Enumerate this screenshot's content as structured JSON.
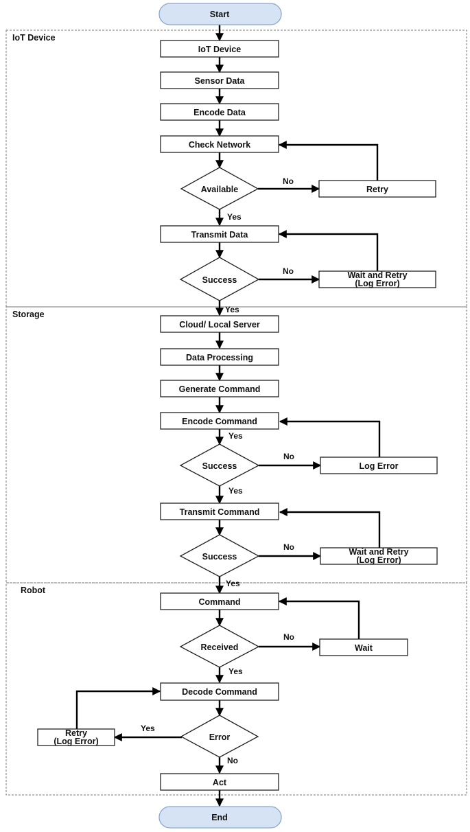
{
  "lanes": {
    "iot": "IoT Device",
    "storage": "Storage",
    "robot": "Robot"
  },
  "nodes": {
    "start": "Start",
    "iot_device": "IoT Device",
    "sensor_data": "Sensor Data",
    "encode_data": "Encode Data",
    "check_network": "Check Network",
    "available": "Available",
    "retry": "Retry",
    "transmit_data": "Transmit Data",
    "success1": "Success",
    "wait_retry1_l1": "Wait and Retry",
    "wait_retry1_l2": "(Log Error)",
    "cloud_server": "Cloud/ Local Server",
    "data_processing": "Data Processing",
    "generate_command": "Generate Command",
    "encode_command": "Encode Command",
    "success2": "Success",
    "log_error": "Log Error",
    "transmit_command": "Transmit Command",
    "success3": "Success",
    "wait_retry2_l1": "Wait and Retry",
    "wait_retry2_l2": "(Log Error)",
    "command": "Command",
    "received": "Received",
    "wait": "Wait",
    "decode_command": "Decode Command",
    "error": "Error",
    "retry2_l1": "Retry",
    "retry2_l2": "(Log Error)",
    "act": "Act",
    "end": "End"
  },
  "edge_labels": {
    "available_no": "No",
    "available_yes": "Yes",
    "success1_no": "No",
    "success1_yes": "Yes",
    "encode_command_yes": "Yes",
    "success2_no": "No",
    "success2_yes": "Yes",
    "success3_no": "No",
    "success3_yes": "Yes",
    "received_no": "No",
    "received_yes": "Yes",
    "error_yes": "Yes",
    "error_no": "No"
  }
}
